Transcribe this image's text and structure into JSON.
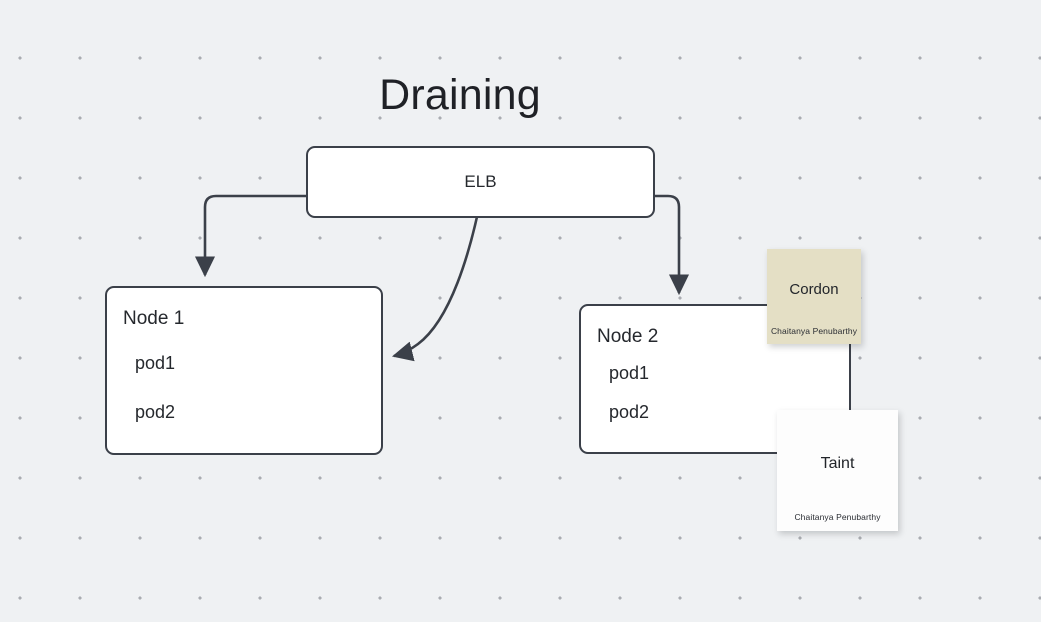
{
  "diagram": {
    "title": "Draining",
    "background": {
      "color": "#eff1f3",
      "dot_color": "#a9acb1",
      "grid_spacing": 60
    },
    "colors": {
      "stroke": "#3b4049",
      "box_fill": "#ffffff",
      "note_cordon_fill": "#e4dfc5",
      "note_taint_fill": "#fdfdfd",
      "text": "#25282d"
    },
    "nodes": {
      "elb": {
        "label": "ELB"
      },
      "node1": {
        "title": "Node 1",
        "pods": [
          "pod1",
          "pod2"
        ]
      },
      "node2": {
        "title": "Node 2",
        "pods": [
          "pod1",
          "pod2"
        ]
      }
    },
    "notes": [
      {
        "id": "cordon",
        "title": "Cordon",
        "author": "Chaitanya Penubarthy"
      },
      {
        "id": "taint",
        "title": "Taint",
        "author": "Chaitanya Penubarthy"
      }
    ],
    "connectors": [
      {
        "from": "elb",
        "to": "node1",
        "style": "orthogonal-arrow"
      },
      {
        "from": "elb",
        "to": "node2",
        "style": "orthogonal-arrow"
      },
      {
        "from": "elb",
        "to": "node1",
        "style": "curved-arrow"
      },
      {
        "from": "cordon",
        "to": "taint",
        "style": "straight-line"
      }
    ]
  }
}
